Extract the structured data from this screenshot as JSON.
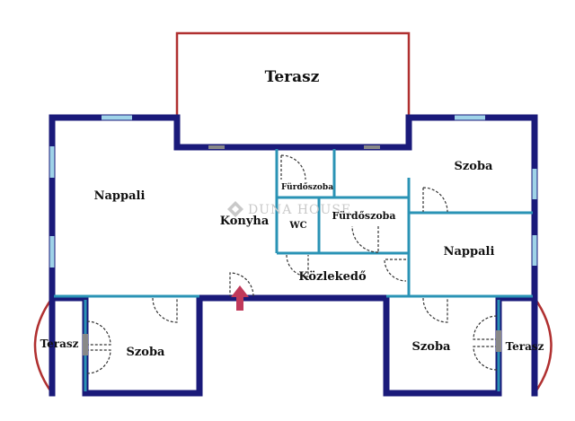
{
  "colors": {
    "outer_wall": "#1a1a7a",
    "inner_wall": "#2a93b5",
    "terrace": "#b03030",
    "window": "#9fd3e8",
    "door": "#333333",
    "entrance": "#c0395a",
    "watermark": "#c9c9c9"
  },
  "rooms": {
    "terasz_top": "Terasz",
    "nappali_left": "Nappali",
    "konyha": "Konyha",
    "furdoszoba_small": "Fürdőszoba",
    "wc": "WC",
    "furdoszoba": "Fürdőszoba",
    "szoba_top_right": "Szoba",
    "nappali_right": "Nappali",
    "kozlekedo": "Közlekedő",
    "terasz_left": "Terasz",
    "szoba_left": "Szoba",
    "szoba_right": "Szoba",
    "terasz_right": "Terasz"
  },
  "watermark": {
    "icon": "duna-house-logo-icon",
    "text": "DUNA HOUSE"
  },
  "entrance_icon": "entrance-arrow-icon"
}
